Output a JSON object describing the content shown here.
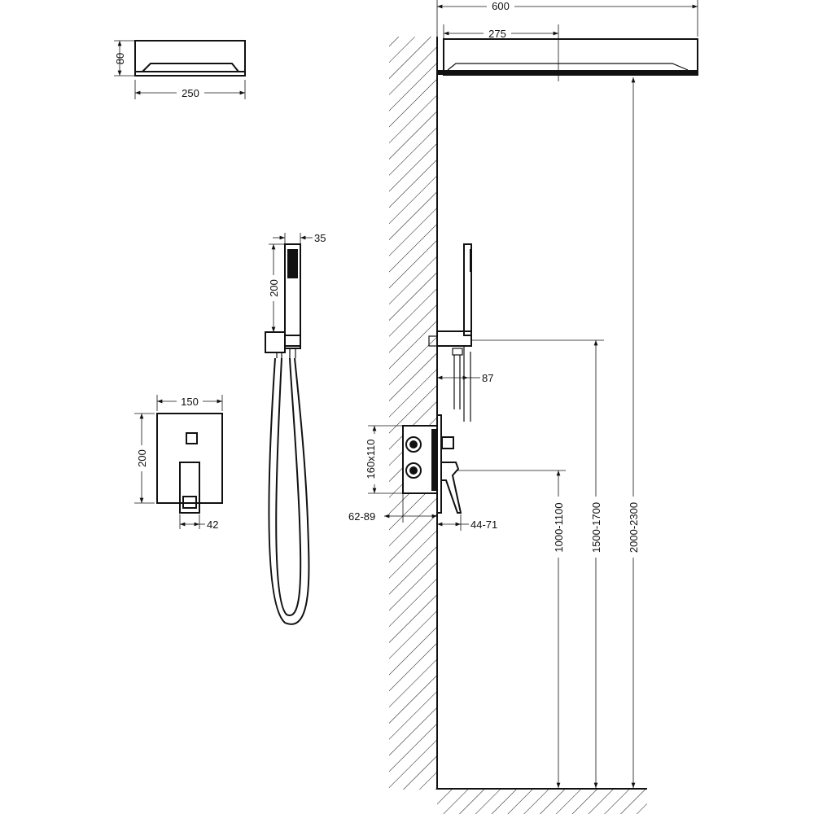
{
  "dimensions": {
    "overhead_width": "600",
    "overhead_arm": "275",
    "head_height": "80",
    "head_width": "250",
    "hand_width": "35",
    "hand_length": "200",
    "holder_projection": "87",
    "plate_width": "150",
    "plate_height": "200",
    "box_size": "160x110",
    "lever_depth": "42",
    "box_depth": "62-89",
    "trim_projection": "44-71",
    "mixer_height": "1000-1100",
    "holder_height": "1500-1700",
    "overhead_height": "2000-2300"
  },
  "colors": {
    "line": "#111111",
    "background": "#ffffff"
  }
}
